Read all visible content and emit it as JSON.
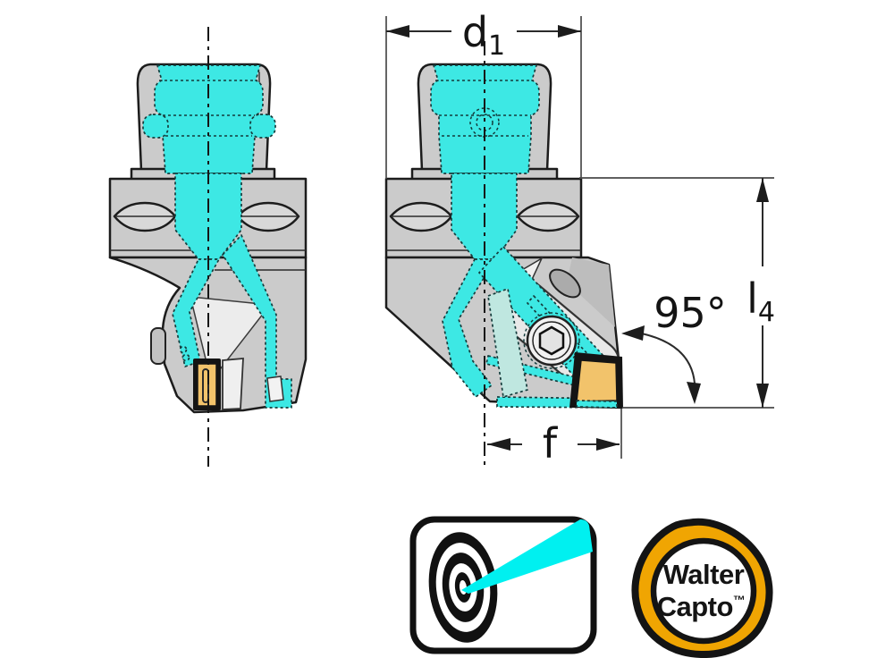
{
  "page": {
    "background": "#FFFFFF"
  },
  "colors": {
    "coolant_cyan": "#3DE8E4",
    "coolant_cyan_bright": "#00F0F0",
    "coolant_pale": "#BFE7E0",
    "insert_amber": "#F2C36B",
    "body_gray": "#CBCBCB",
    "outline_black": "#1C1C1C",
    "capto_yellow": "#F0A502"
  },
  "dimensions": {
    "d1": {
      "base": "d",
      "sub": "1"
    },
    "l4": {
      "base": "l",
      "sub": "4"
    },
    "f": {
      "label": "f"
    },
    "angle": {
      "label": "95°"
    }
  },
  "logos": {
    "precision_icon": "bullseye-coolant-beam-icon",
    "walter_capto": {
      "line1": "Walter",
      "line2": "Capto",
      "tm": "™"
    }
  }
}
